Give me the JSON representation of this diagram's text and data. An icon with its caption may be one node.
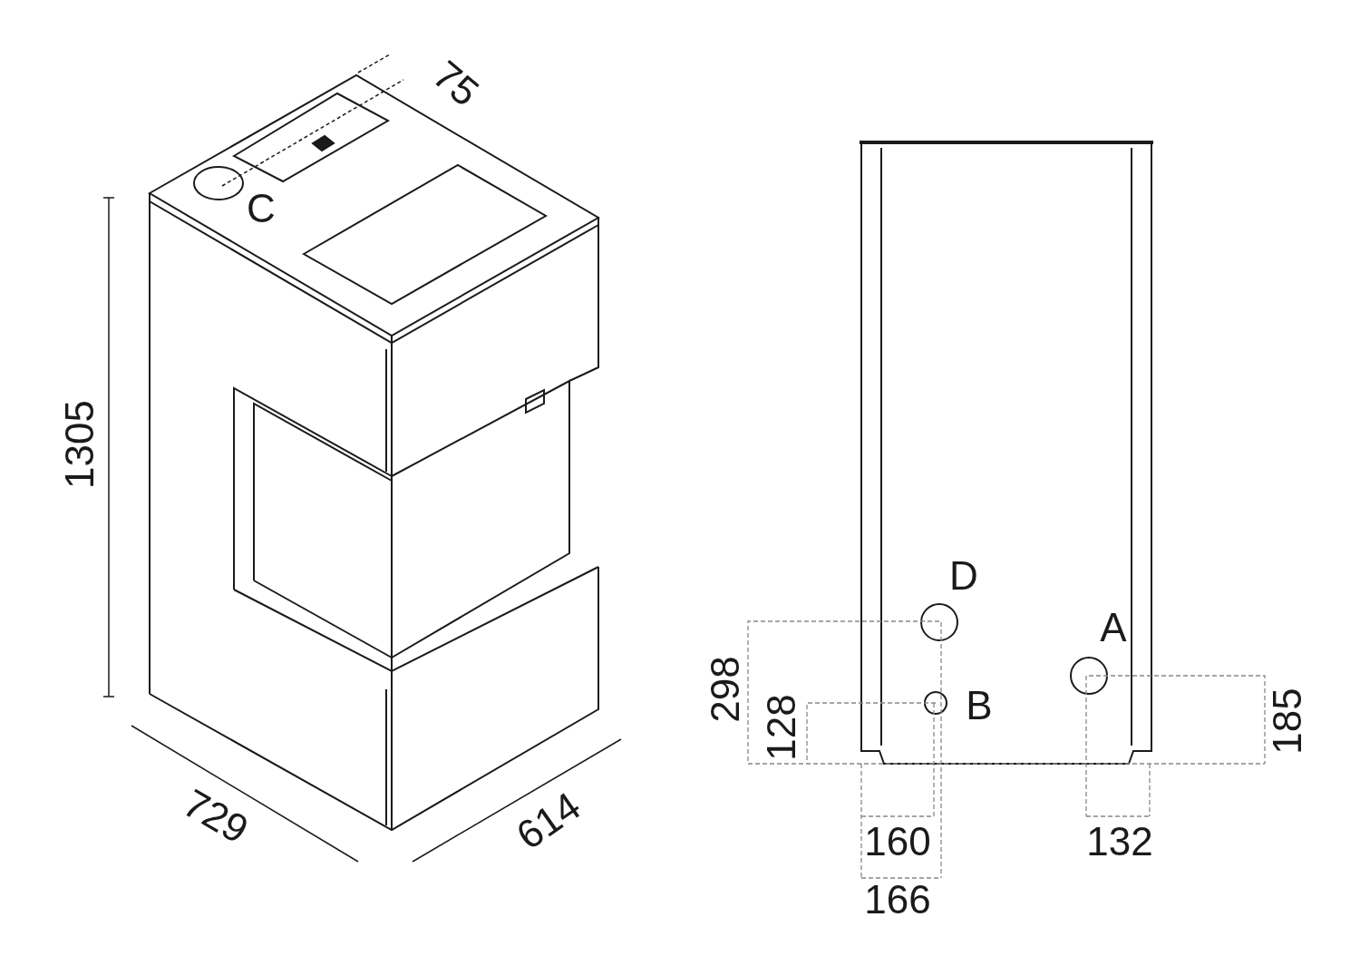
{
  "diagram": {
    "labels": [
      "75",
      "C",
      "1305",
      "D",
      "A",
      "298",
      "B",
      "128",
      "185",
      "729",
      "614",
      "160",
      "132",
      "166"
    ]
  }
}
